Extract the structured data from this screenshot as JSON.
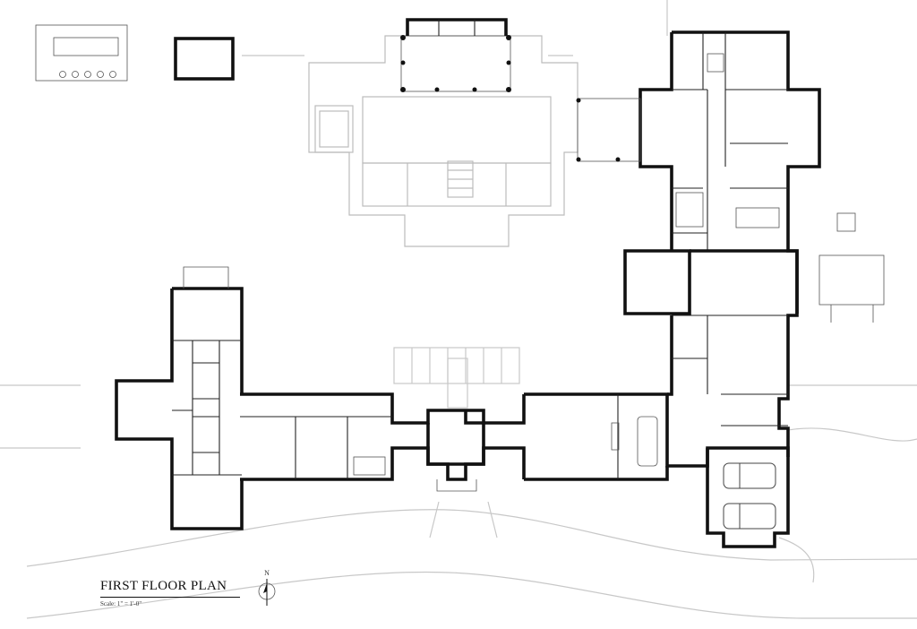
{
  "plan": {
    "title": "FIRST FLOOR PLAN",
    "scale": "Scale: 1\" = 1'-0\"",
    "north_label": "N"
  },
  "colors": {
    "wall": "#111111",
    "site": "#c8c8c8",
    "background": "#ffffff"
  }
}
